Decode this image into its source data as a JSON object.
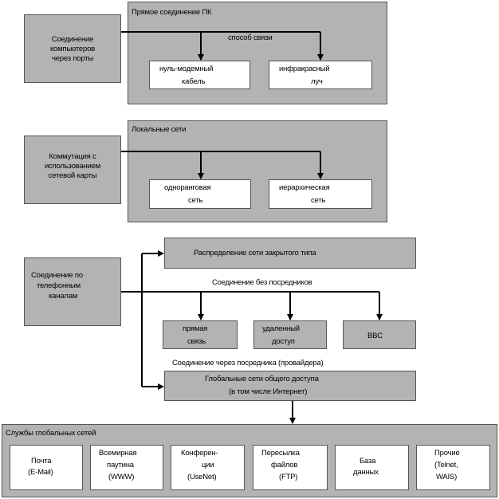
{
  "section1": {
    "left_box": [
      "Соединение",
      "компьютеров",
      "через порты"
    ],
    "title": "Прямое соединение ПК",
    "connection_label": "способ связи",
    "option1": [
      "нуль-модемный",
      "кабель"
    ],
    "option2": [
      "инфракрасный",
      "луч"
    ]
  },
  "section2": {
    "left_box": [
      "Коммутация с",
      "использованием",
      "сетевой карты"
    ],
    "title": "Локальные сети",
    "option1": [
      "одноранговая",
      "сеть"
    ],
    "option2": [
      "иерархическая",
      "сеть"
    ]
  },
  "section3": {
    "left_box": [
      "Соединение по",
      "телефонным",
      "каналам"
    ],
    "closed_networks": "Распределение сети закрытого типа",
    "direct_label": "Соединение без посредников",
    "direct1": [
      "прямая",
      "связь"
    ],
    "direct2": [
      "удаленный",
      "доступ"
    ],
    "direct3": "BBC",
    "provider_label": "Соединение через посредника (провайдера)",
    "global_networks": [
      "Глобальные сети общего доступа",
      "(в том числе Интернет)"
    ]
  },
  "services": {
    "title": "Службы глобальных сетей",
    "items": [
      [
        "Почта",
        "(E-Mail)"
      ],
      [
        "Всемирная",
        "паутина",
        "(WWW)"
      ],
      [
        "Конферен-",
        "ции",
        "(UseNet)"
      ],
      [
        "Пересылка",
        "файлов",
        "(FTP)"
      ],
      [
        "База",
        "данных"
      ],
      [
        "Прочие",
        "(Telnet,",
        "WAIS)"
      ]
    ]
  }
}
